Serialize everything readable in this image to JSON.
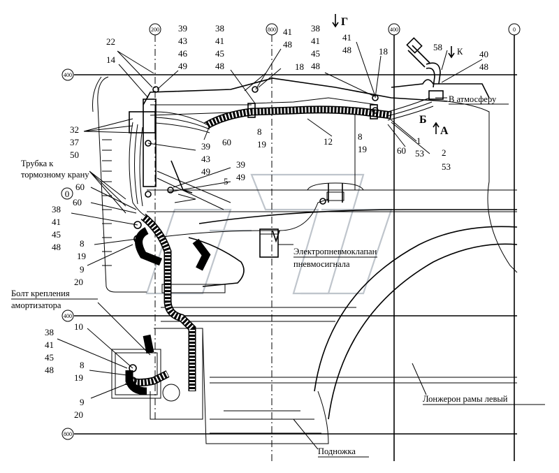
{
  "callouts": {
    "c22": "22",
    "c14": "14",
    "c39a": "39",
    "c43a": "43",
    "c46a": "46",
    "c49a": "49",
    "c38a": "38",
    "c41a": "41",
    "c45a": "45",
    "c48a": "48",
    "c41b": "41",
    "c48b": "48",
    "c18a": "18",
    "c38b": "38",
    "c41c": "41",
    "c45b": "45",
    "c48c": "48",
    "c41d": "41",
    "c48d": "48",
    "c18b": "18",
    "c58": "58",
    "c40": "40",
    "c48e": "48",
    "c32": "32",
    "c37": "37",
    "c50": "50",
    "c60a": "60",
    "c8a": "8",
    "c19a": "19",
    "c12": "12",
    "c8b": "8",
    "c19b": "19",
    "c60b": "60",
    "c1": "1",
    "c53a": "53",
    "c2": "2",
    "c53b": "53",
    "c39b": "39",
    "c43b": "43",
    "c49b": "49",
    "c39c": "39",
    "c49c": "49",
    "c5": "5",
    "c60c": "60",
    "c60d": "60",
    "c38c": "38",
    "c41e": "41",
    "c45c": "45",
    "c48f": "48",
    "c8c": "8",
    "c19c": "19",
    "c9a": "9",
    "c20a": "20",
    "c10": "10",
    "c38d": "38",
    "c41f": "41",
    "c45d": "45",
    "c48g": "48",
    "c8d": "8",
    "c19d": "19",
    "c9b": "9",
    "c20b": "20"
  },
  "view_letters": {
    "g": "Г",
    "k": "К",
    "b": "Б",
    "a": "А"
  },
  "coord_bubbles": {
    "top_200": "200",
    "top_800a": "800",
    "top_400": "400",
    "top_0": "0",
    "left_400a": "400",
    "left_400b": "400",
    "left_800": "800",
    "zero": "0"
  },
  "labels": {
    "atmosphere": "В атмосферу",
    "brake_tube_1": "Трубка к",
    "brake_tube_2": "тормозному крану",
    "valve_1": "Электропневмоклапан",
    "valve_2": "пневмосигнала",
    "bolt_1": "Болт крепления",
    "bolt_2": "амортизатора",
    "frame": "Лонжерон рамы левый",
    "step": "Подножка"
  }
}
